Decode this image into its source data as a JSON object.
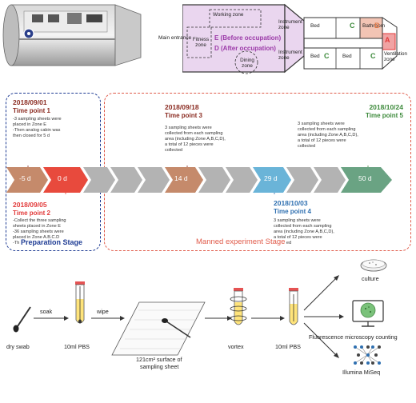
{
  "colors": {
    "dark_red": "#8b2c22",
    "blue": "#2e6fb0",
    "green": "#3d8a3b",
    "pink_fill": "#ead6ef",
    "dash_blue": "#1f3c94",
    "dash_red": "#e05b4a",
    "tomato": "#e8a08c",
    "red": "#e23a3a",
    "gray_chevron": "#b3b3b3",
    "brown_chevron": "#c58a6b",
    "blue_chevron": "#6ab4d8",
    "green_chevron": "#6aa383",
    "purple": "#9b3aa8"
  },
  "floorplan": {
    "main_entrance": "Main entrance",
    "fitness_zone": "Fitness zone",
    "working_zone": "Working zone",
    "dining_zone": "Dining zone",
    "zone_e": "E (Before occupation)",
    "zone_d": "D (After occupation)",
    "instrument_zone_top": "Instrument zone",
    "instrument_zone_bottom": "Instrument zone",
    "bed_1": "Bed",
    "bed_2": "Bed",
    "bed_3": "Bed",
    "bathroom": "Bathroom",
    "c_1": "C",
    "c_2": "C",
    "c_3": "C",
    "b": "B",
    "a": "A",
    "ventilation_zone": "Ventilation zone"
  },
  "timeline": {
    "stages": {
      "prep": "Preparation Stage",
      "manned": "Manned experiment Stage"
    },
    "chevrons": [
      "-5 d",
      "0 d",
      "14 d",
      "29 d",
      "50 d"
    ],
    "points": {
      "tp1": {
        "date": "2018/09/01",
        "label": "Time point 1",
        "lines": [
          "-3 sampling sheets were",
          "placed in Zone E",
          "-Then analog cabin was",
          "then closed for 5 d"
        ]
      },
      "tp2": {
        "date": "2018/09/05",
        "label": "Time point 2",
        "lines": [
          "-Collect the three sampling",
          "sheets placed in Zone E",
          "-36 sampling sheets were",
          "placed in Zone A,B,C,D",
          "-The crew entered the cabin"
        ]
      },
      "tp3": {
        "date": "2018/09/18",
        "label": "Time point 3",
        "lines": [
          "3 sampling sheets were",
          "collected from each sampling",
          "area (including Zone A,B,C,D),",
          "a total of 12 pieces were",
          "collected"
        ]
      },
      "tp4": {
        "date": "2018/10/03",
        "label": "Time point 4",
        "lines": [
          "3 sampling sheets were",
          "collected from each sampling",
          "area (including Zone A,B,C,D),",
          "a total of 12 pieces were",
          "collected"
        ]
      },
      "tp5": {
        "date": "2018/10/24",
        "label": "Time point 5",
        "lines": [
          "3 sampling sheets were",
          "collected from each sampling",
          "area (including Zone A,B,C,D),",
          "a total of 12 pieces were",
          "collected"
        ]
      }
    }
  },
  "workflow": {
    "dry_swab": "dry swab",
    "soak": "soak",
    "pbs_1": "10ml PBS",
    "wipe": "wipe",
    "surface_line1": "121cm² surface of",
    "surface_line2": "sampling sheet",
    "vortex": "vortex",
    "pbs_2": "10ml PBS",
    "culture": "culture",
    "fluorescence": "Fluorescence microscopy counting",
    "illumina": "Illumina MiSeq"
  }
}
